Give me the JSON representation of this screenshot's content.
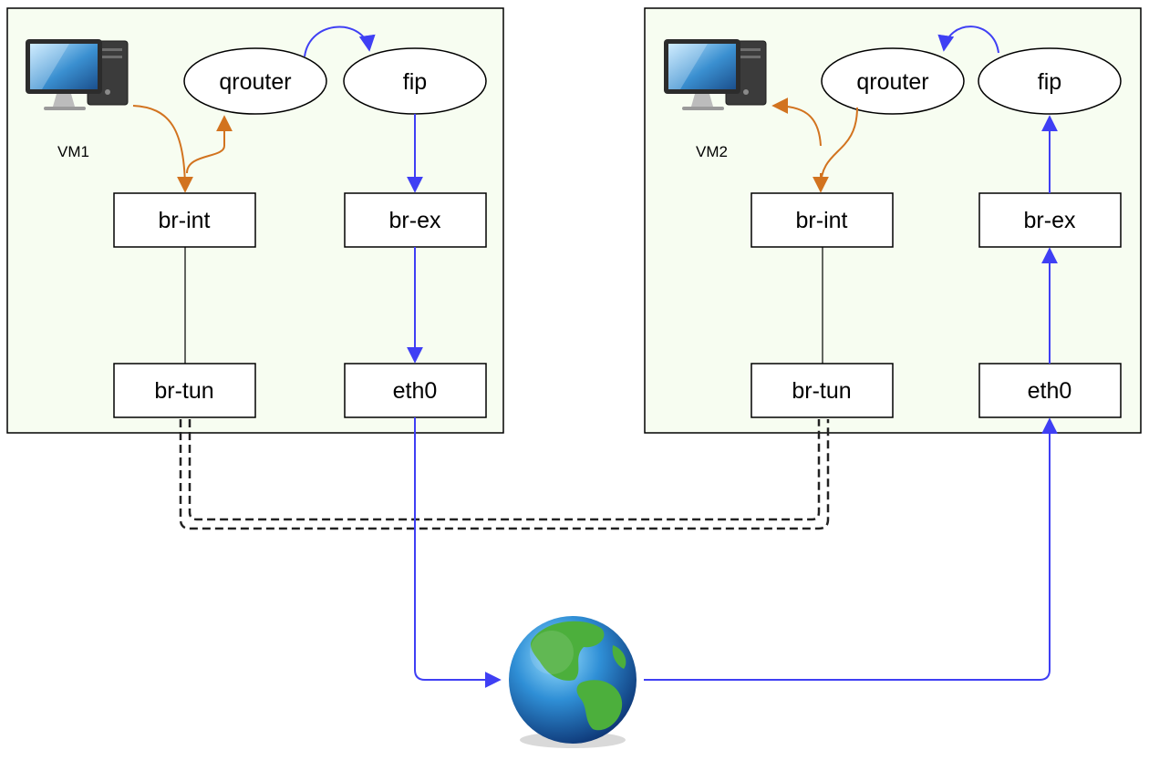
{
  "colors": {
    "host_fill": "#f7fdf1",
    "orange_link": "#d2731f",
    "blue_link": "#3f3ff4",
    "tunnel": "#222222"
  },
  "hosts": [
    {
      "vm_label": "VM1",
      "qrouter": "qrouter",
      "fip": "fip",
      "br_int": "br-int",
      "br_ex": "br-ex",
      "br_tun": "br-tun",
      "eth0": "eth0",
      "icon": "computer-icon"
    },
    {
      "vm_label": "VM2",
      "qrouter": "qrouter",
      "fip": "fip",
      "br_int": "br-int",
      "br_ex": "br-ex",
      "br_tun": "br-tun",
      "eth0": "eth0",
      "icon": "computer-icon"
    }
  ],
  "internet_icon": "globe-icon"
}
